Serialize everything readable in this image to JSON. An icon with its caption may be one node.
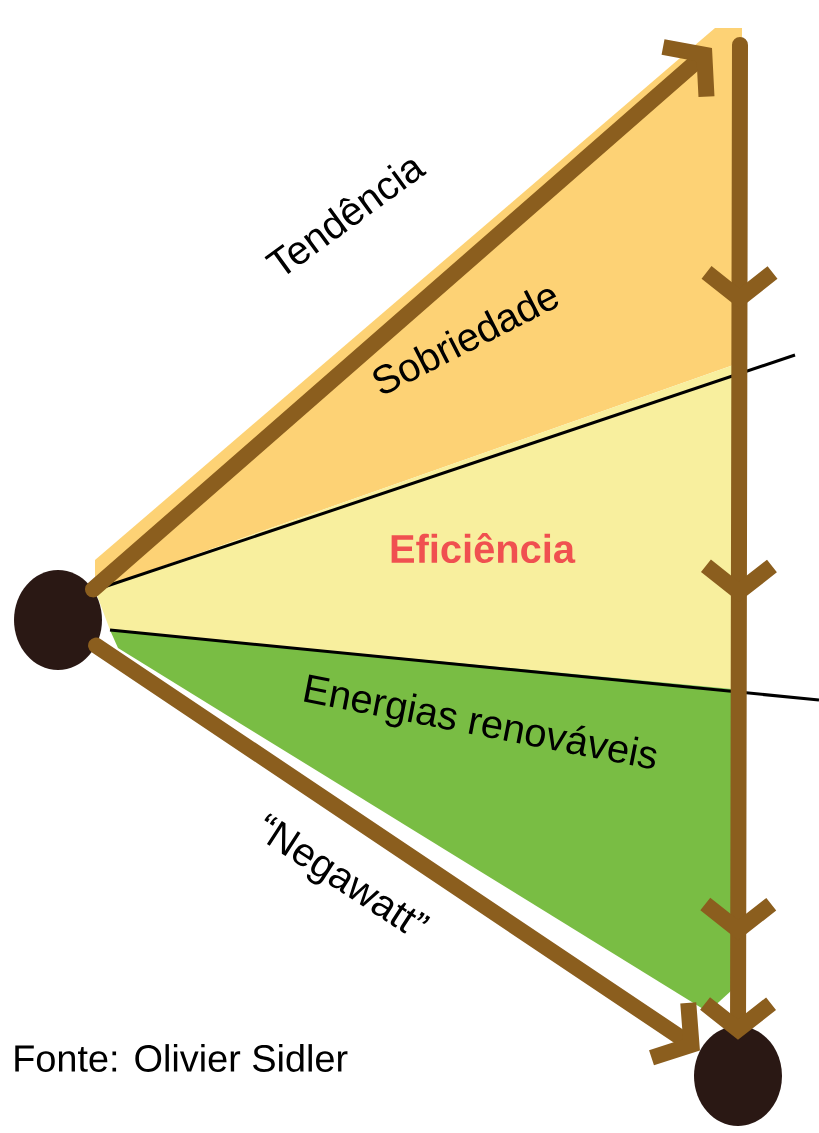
{
  "diagram": {
    "nodes": [
      {
        "text": [],
        "shape": "circle"
      },
      {
        "text": [],
        "shape": "circle"
      },
      {
        "text": [
          "Sobriedade"
        ]
      },
      {
        "text": [
          "Eficiência"
        ]
      },
      {
        "text": [
          "Energias renováveis"
        ]
      }
    ],
    "edges": [
      {
        "from": 0,
        "to": 2,
        "arrow": "to",
        "label": "Tendência"
      },
      {
        "from": 2,
        "to": 1,
        "arrow": "to"
      },
      {
        "from": 0,
        "to": 1,
        "arrow": "to",
        "label": "“Negawatt”"
      }
    ],
    "labels": [
      "Fonte: Olivier Sidler"
    ]
  }
}
